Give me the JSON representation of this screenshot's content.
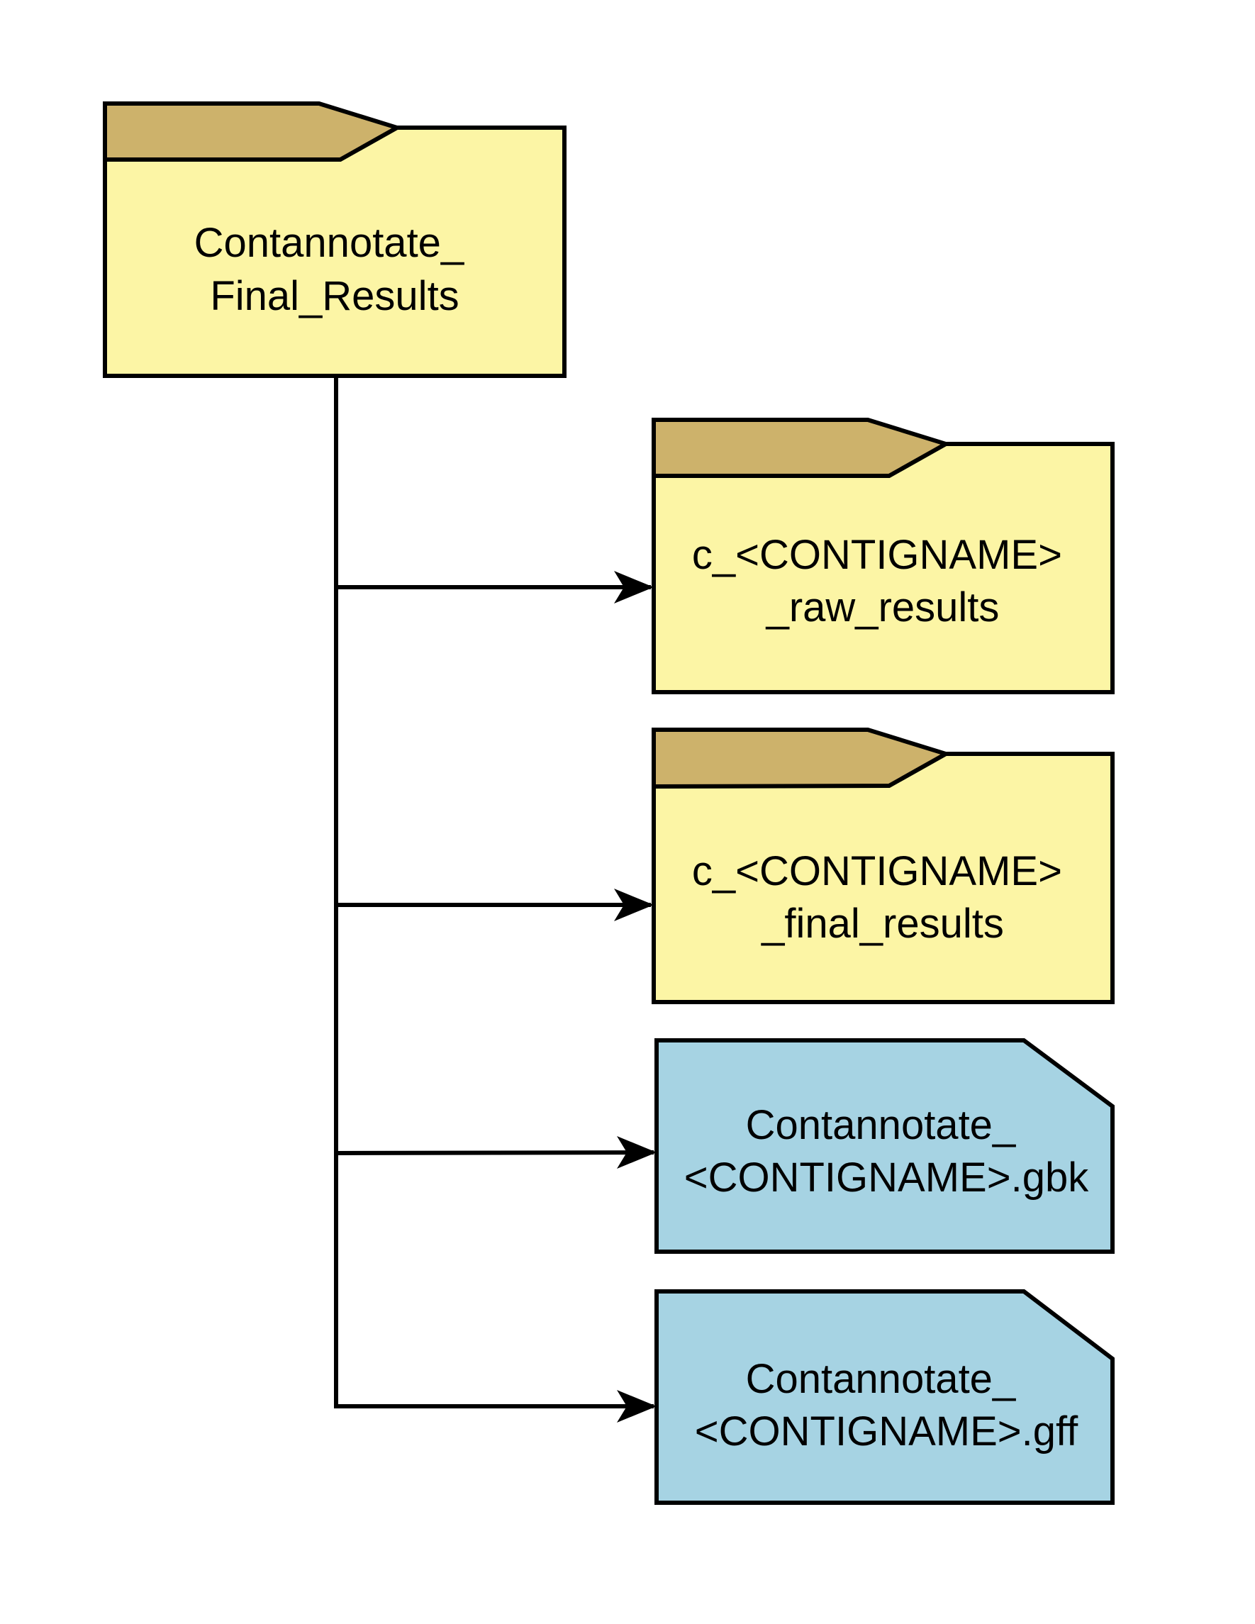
{
  "colors": {
    "folder_body": "#FCF5A5",
    "folder_tab": "#CDB26B",
    "file_body": "#A6D3E3",
    "stroke": "#000000"
  },
  "root": {
    "icon": "folder-icon",
    "line1": "Contannotate_",
    "line2": "Final_Results"
  },
  "children": [
    {
      "icon": "folder-icon",
      "line1": "c_<CONTIGNAME>",
      "line2": "_raw_results"
    },
    {
      "icon": "folder-icon",
      "line1": "c_<CONTIGNAME>",
      "line2": "_final_results"
    },
    {
      "icon": "file-icon",
      "line1": "Contannotate_",
      "line2": "<CONTIGNAME>.gbk"
    },
    {
      "icon": "file-icon",
      "line1": "Contannotate_",
      "line2": "<CONTIGNAME>.gff"
    }
  ]
}
